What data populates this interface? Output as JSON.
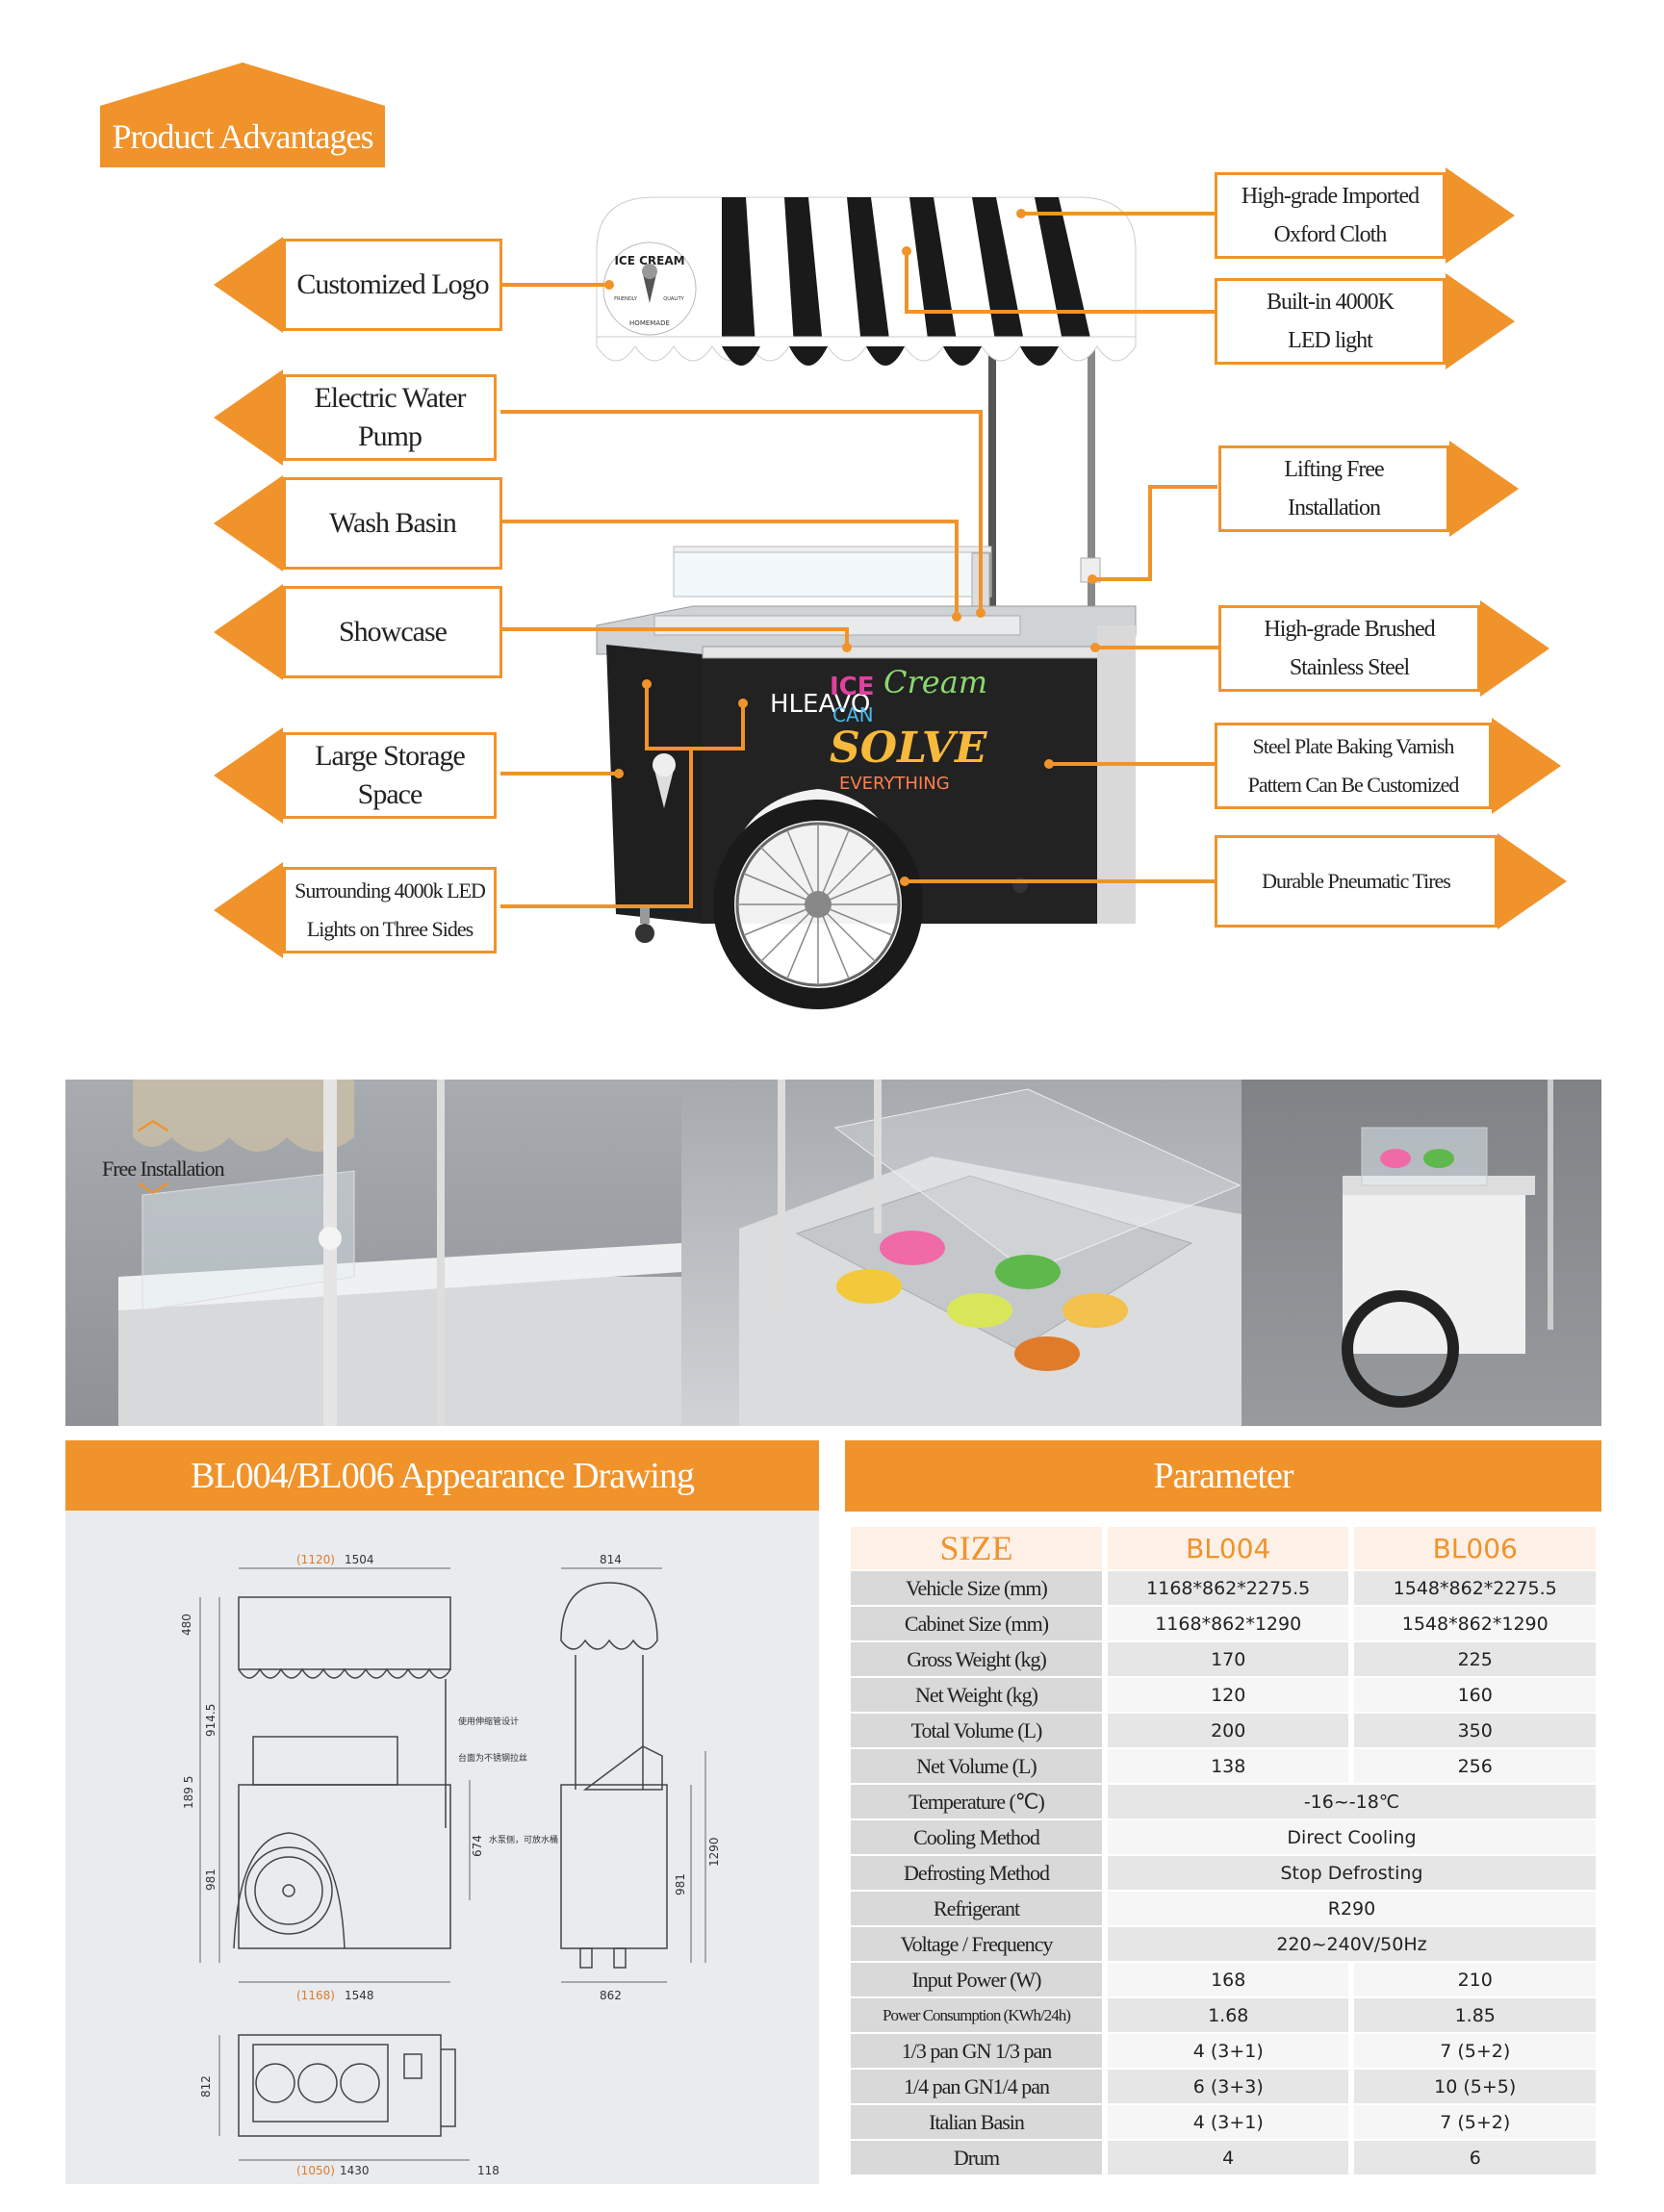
{
  "header": {
    "title": "Product Advantages"
  },
  "callouts_left": [
    {
      "id": "customized-logo",
      "label": "Customized Logo"
    },
    {
      "id": "electric-water-pump",
      "label": "Electric Water Pump"
    },
    {
      "id": "wash-basin",
      "label": "Wash Basin"
    },
    {
      "id": "showcase",
      "label": "Showcase"
    },
    {
      "id": "large-storage-space",
      "label": "Large Storage Space"
    },
    {
      "id": "surrounding-led",
      "label": "Surrounding 4000k LED Lights on Three Sides"
    }
  ],
  "callouts_right": [
    {
      "id": "oxford-cloth",
      "label": "High-grade Imported Oxford Cloth"
    },
    {
      "id": "led-light",
      "label": "Built-in 4000K LED light"
    },
    {
      "id": "lifting-free",
      "label": "Lifting Free Installation"
    },
    {
      "id": "stainless-steel",
      "label": "High-grade Brushed Stainless Steel"
    },
    {
      "id": "steel-plate",
      "label": "Steel Plate Baking Varnish Pattern Can Be Customized"
    },
    {
      "id": "pneumatic-tires",
      "label": "Durable Pneumatic Tires"
    }
  ],
  "cart": {
    "brand": "HLEAVO",
    "canopy_text": "ICE CREAM",
    "canopy_sub": "HOMEMADE",
    "canopy_side": [
      "FRIENDLY",
      "QUALITY"
    ],
    "slogan": [
      "ICE",
      "Cream",
      "CAN",
      "SOLVE",
      "EVERYTHING"
    ]
  },
  "photo_strip": {
    "caption": "Free Installation"
  },
  "drawing": {
    "title": "BL004/BL006 Appearance Drawing",
    "dims": {
      "top_width_alt": "(1120)",
      "top_width": "1504",
      "side_width": "814",
      "h_480": "480",
      "h_9145": "914.5",
      "h_1895": "189 5",
      "h_981": "981",
      "h_674": "674",
      "h_1290": "1290",
      "h_981b": "981",
      "base_alt": "(1168)",
      "base": "1548",
      "base_side": "862",
      "plan_depth": "812",
      "plan_alt": "(1050)",
      "plan_width": "1430",
      "plan_extra": "118"
    },
    "notes": [
      "使用伸缩管设计",
      "台面为不锈钢拉丝",
      "水泵侧，可放水桶"
    ]
  },
  "parameters": {
    "title": "Parameter",
    "header": {
      "size": "SIZE",
      "m1": "BL004",
      "m2": "BL006"
    },
    "rows": [
      {
        "label": "Vehicle Size (mm)",
        "v1": "1168*862*2275.5",
        "v2": "1548*862*2275.5"
      },
      {
        "label": "Cabinet Size (mm)",
        "v1": "1168*862*1290",
        "v2": "1548*862*1290"
      },
      {
        "label": "Gross Weight (kg)",
        "v1": "170",
        "v2": "225"
      },
      {
        "label": "Net Weight (kg)",
        "v1": "120",
        "v2": "160"
      },
      {
        "label": "Total Volume (L)",
        "v1": "200",
        "v2": "350"
      },
      {
        "label": "Net Volume (L)",
        "v1": "138",
        "v2": "256"
      },
      {
        "label": "Temperature (℃)",
        "span": "-16~-18℃"
      },
      {
        "label": "Cooling Method",
        "span": "Direct Cooling"
      },
      {
        "label": "Defrosting Method",
        "span": "Stop Defrosting"
      },
      {
        "label": "Refrigerant",
        "span": "R290"
      },
      {
        "label": "Voltage / Frequency",
        "span": "220~240V/50Hz"
      },
      {
        "label": "Input Power (W)",
        "v1": "168",
        "v2": "210"
      },
      {
        "label": "Power Consumption (KWh/24h)",
        "v1": "1.68",
        "v2": "1.85"
      },
      {
        "label": "1/3 pan GN 1/3 pan",
        "v1": "4 (3+1)",
        "v2": "7 (5+2)"
      },
      {
        "label": "1/4 pan GN1/4 pan",
        "v1": "6 (3+3)",
        "v2": "10 (5+5)"
      },
      {
        "label": "Italian Basin",
        "v1": "4 (3+1)",
        "v2": "7 (5+2)"
      },
      {
        "label": "Drum",
        "v1": "4",
        "v2": "6"
      }
    ]
  }
}
